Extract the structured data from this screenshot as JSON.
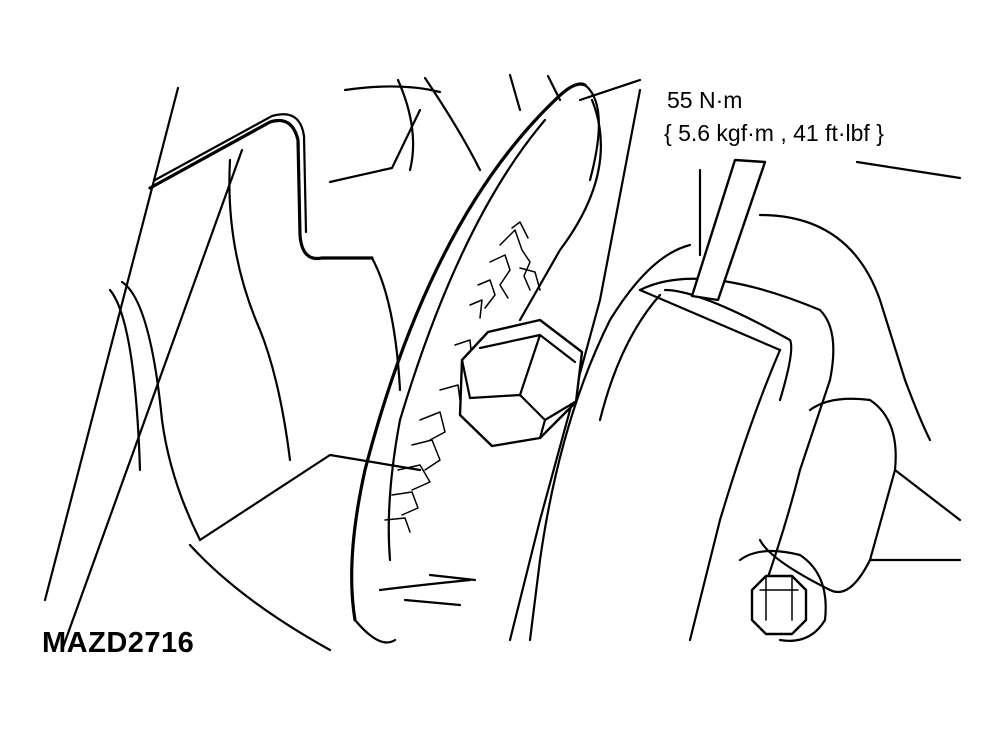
{
  "callout": {
    "torque_nm": "55 N·m",
    "torque_imperial": "{ 5.6 kgf·m , 41 ft·lbf }"
  },
  "figure": {
    "id": "MAZD2716"
  },
  "colors": {
    "line": "#000000",
    "background": "#ffffff"
  }
}
